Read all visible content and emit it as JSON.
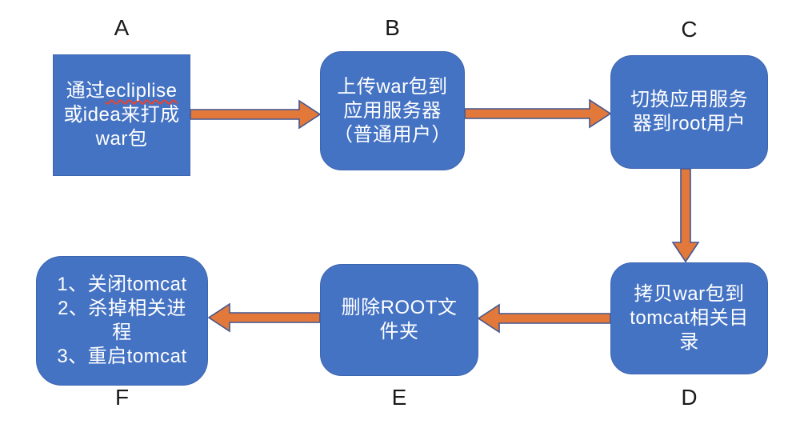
{
  "colors": {
    "background": "#FFFFFF",
    "node_fill": "#4573C4",
    "node_border": "#3D65AE",
    "node_text": "#FFFFFF",
    "arrow_fill": "#E2793B",
    "arrow_outline": "#44568E",
    "label_text": "#1A1A1A",
    "spellcheck_underline": "#E8442E"
  },
  "nodes": {
    "a": {
      "label": "A",
      "shape": "rectangle",
      "line1_prefix": "通过",
      "line1_word": "ecliplise",
      "line2": "或idea来打成",
      "line3": "war包"
    },
    "b": {
      "label": "B",
      "shape": "rounded-rectangle",
      "line1": "上传war包到",
      "line2": "应用服务器",
      "line3": "（普通用户）"
    },
    "c": {
      "label": "C",
      "shape": "rounded-rectangle",
      "line1": "切换应用服务",
      "line2": "器到root用户"
    },
    "d": {
      "label": "D",
      "shape": "rounded-rectangle",
      "line1": "拷贝war包到",
      "line2": "tomcat相关目",
      "line3": "录"
    },
    "e": {
      "label": "E",
      "shape": "rounded-rectangle",
      "line1": "删除ROOT文",
      "line2": "件夹"
    },
    "f": {
      "label": "F",
      "shape": "rounded-rectangle",
      "line1": "1、关闭tomcat",
      "line2": "2、杀掉相关进",
      "line3": "程",
      "line4": "3、重启tomcat"
    }
  },
  "connections": [
    {
      "from": "A",
      "to": "B",
      "direction": "right"
    },
    {
      "from": "B",
      "to": "C",
      "direction": "right"
    },
    {
      "from": "C",
      "to": "D",
      "direction": "down"
    },
    {
      "from": "D",
      "to": "E",
      "direction": "left"
    },
    {
      "from": "E",
      "to": "F",
      "direction": "left"
    }
  ]
}
